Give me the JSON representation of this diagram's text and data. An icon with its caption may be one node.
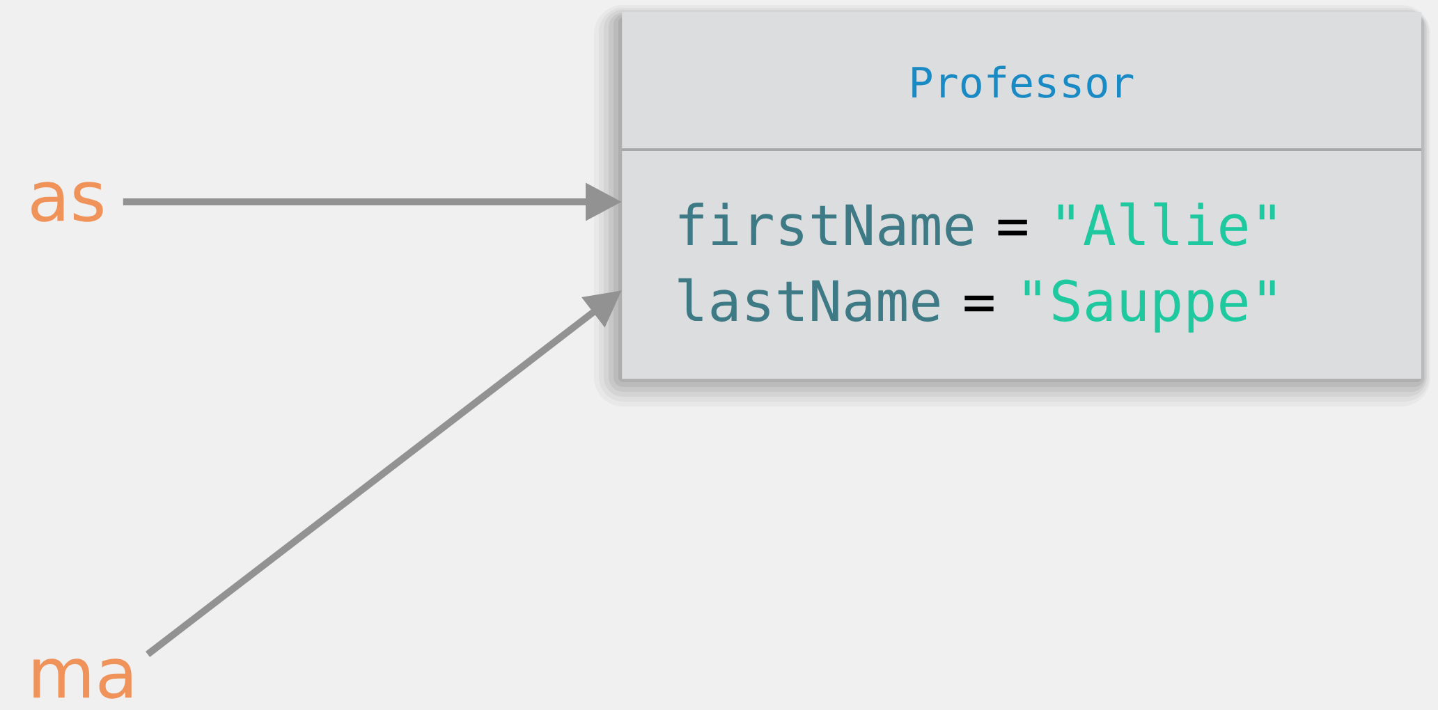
{
  "diagram": {
    "nodes": [
      {
        "text": [
          "as"
        ]
      },
      {
        "text": [
          "ma"
        ]
      },
      {
        "text": [
          "Professor",
          "firstName",
          "=",
          "\"Allie\"",
          "lastName",
          "=",
          "\"Sauppe\""
        ]
      }
    ],
    "edges": [
      {
        "from": 0,
        "to": 2,
        "arrow": "to"
      },
      {
        "from": 1,
        "to": 2,
        "arrow": "to"
      }
    ]
  }
}
